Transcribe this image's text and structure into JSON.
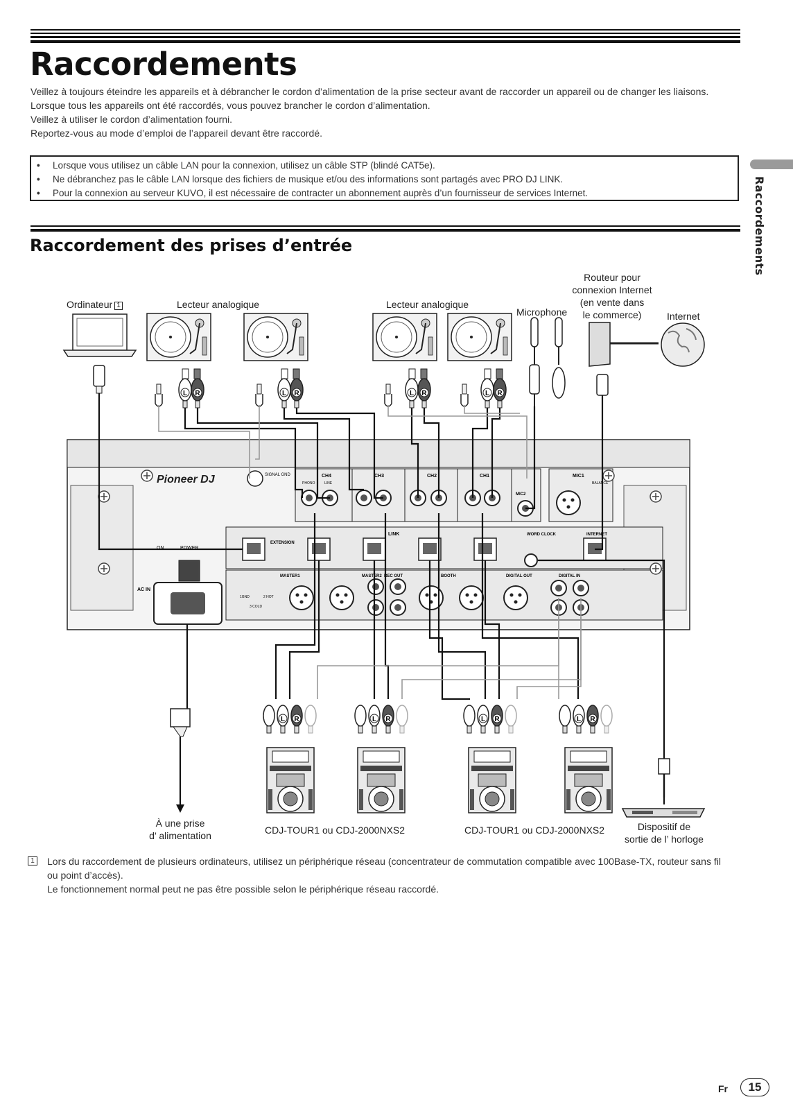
{
  "page": {
    "title": "Raccordements",
    "side_tab": "Raccordements",
    "lang": "Fr",
    "page_number": "15"
  },
  "intro": [
    "Veillez à toujours éteindre les appareils et à débrancher le cordon d’alimentation de la prise secteur avant de raccorder un appareil ou de changer les liaisons.",
    "Lorsque tous les appareils ont été raccordés, vous pouvez brancher le cordon d’alimentation.",
    "Veillez à utiliser le cordon d’alimentation fourni.",
    "Reportez-vous au mode d’emploi de l’appareil devant être raccordé."
  ],
  "notes": [
    "Lorsque vous utilisez un câble LAN pour la connexion, utilisez un câble STP (blindé CAT5e).",
    "Ne débranchez pas le câble LAN lorsque des fichiers de musique et/ou des informations sont partagés avec PRO DJ LINK.",
    "Pour la connexion au serveur KUVO, il est nécessaire de contracter un abonnement auprès d’un fournisseur de services Internet."
  ],
  "section": {
    "title": "Raccordement des prises d’entrée"
  },
  "diagram": {
    "labels": {
      "computer": "Ordinateur",
      "computer_ref": "1",
      "turntable_left": "Lecteur analogique",
      "turntable_right": "Lecteur analogique",
      "microphone": "Microphone",
      "router_line1": "Routeur pour",
      "router_line2": "connexion Internet",
      "router_line3": "(en vente dans",
      "router_line4": "le commerce)",
      "internet": "Internet",
      "power_line1": "À une prise",
      "power_line2": "d’ alimentation",
      "cdj_left": "CDJ-TOUR1 ou CDJ-2000NXS2",
      "cdj_right": "CDJ-TOUR1 ou CDJ-2000NXS2",
      "clock_line1": "Dispositif de",
      "clock_line2": "sortie de l’ horloge"
    },
    "panel": {
      "brand": "Pioneer DJ",
      "channels": [
        "CH4",
        "CH3",
        "CH2",
        "CH1"
      ],
      "phono": "PHONO",
      "line": "LINE",
      "mic1": "MIC1",
      "mic2": "MIC2",
      "balance": "BALANCE",
      "signal_gnd": "SIGNAL GND",
      "link": "LINK",
      "extension": "EXTENSION",
      "word_clock": "WORD CLOCK",
      "internet_port": "INTERNET",
      "power": "POWER",
      "on": "ON",
      "ac_in": "AC IN",
      "master1": "MASTER1",
      "master2": "MASTER2",
      "rec_out": "REC OUT",
      "booth": "BOOTH",
      "digital_out": "DIGITAL OUT",
      "digital_in": "DIGITAL IN",
      "pin_info_1": "1GND",
      "pin_info_2": "2 HOT",
      "pin_info_3": "3 COLD",
      "plug_l": "L",
      "plug_r": "R"
    }
  },
  "footnote": {
    "ref": "1",
    "lines": [
      "Lors du raccordement de plusieurs ordinateurs, utilisez un périphérique réseau (concentrateur de commutation compatible avec 100Base-TX, routeur sans fil ou point d’accès).",
      "Le fonctionnement normal peut ne pas être possible selon le périphérique réseau raccordé."
    ]
  }
}
